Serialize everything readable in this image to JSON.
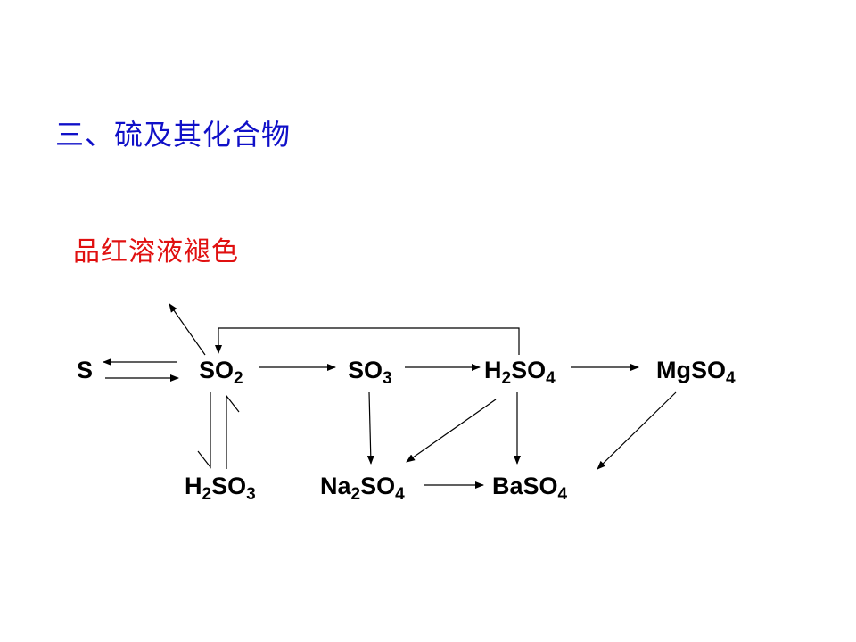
{
  "slide": {
    "title": "三、硫及其化合物",
    "note": "品红溶液褪色"
  },
  "compounds": {
    "S": {
      "parts": [
        "S"
      ],
      "subs": []
    },
    "SO2": {
      "parts": [
        "SO",
        "2"
      ],
      "subs": [
        1
      ]
    },
    "SO3": {
      "parts": [
        "SO",
        "3"
      ],
      "subs": [
        1
      ]
    },
    "H2SO4": {
      "parts": [
        "H",
        "2",
        "SO",
        "4"
      ],
      "subs": [
        1,
        3
      ]
    },
    "MgSO4": {
      "parts": [
        "MgSO",
        "4"
      ],
      "subs": [
        1
      ]
    },
    "H2SO3": {
      "parts": [
        "H",
        "2",
        "SO",
        "3"
      ],
      "subs": [
        1,
        3
      ]
    },
    "Na2SO4": {
      "parts": [
        "Na",
        "2",
        "SO",
        "4"
      ],
      "subs": [
        1,
        3
      ]
    },
    "BaSO4": {
      "parts": [
        "BaSO",
        "4"
      ],
      "subs": [
        1
      ]
    }
  },
  "colors": {
    "title": "#1010c8",
    "note": "#e01010",
    "arrow": "#000000"
  }
}
